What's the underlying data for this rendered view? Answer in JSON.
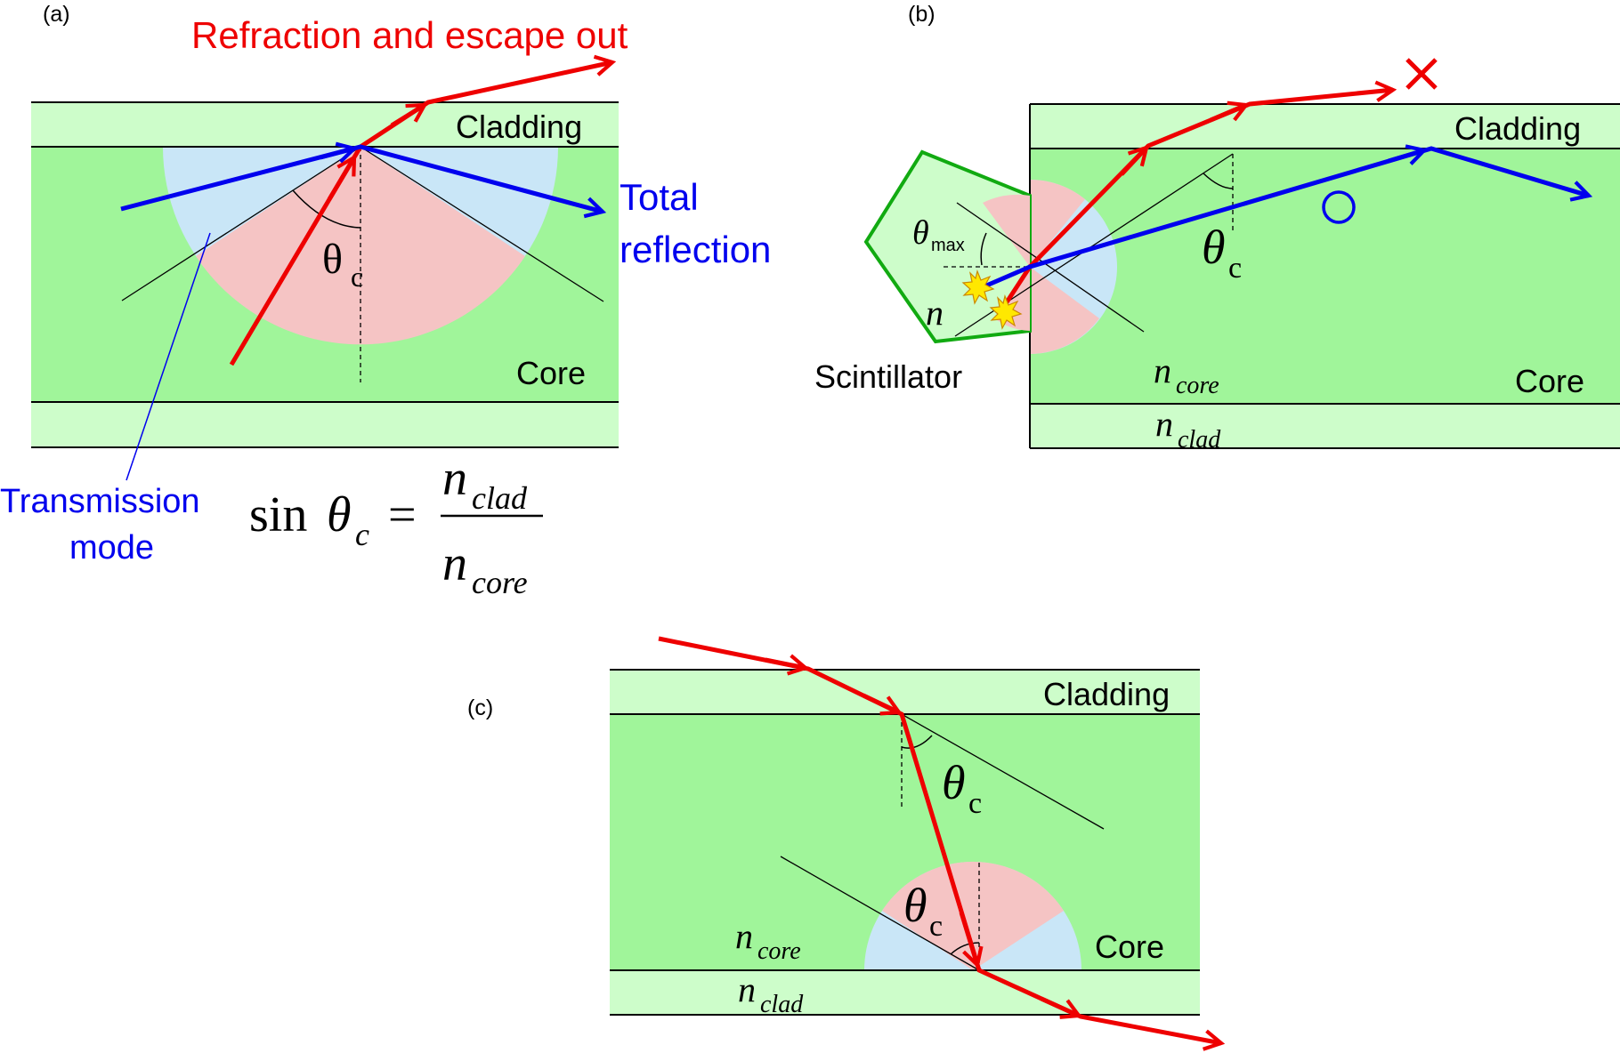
{
  "colors": {
    "core": "#a0f59a",
    "cladding": "#cdfdca",
    "refraction_arrow": "#ee0000",
    "reflection_arrow": "#0000ee",
    "refraction_sector": "#f5c4c4",
    "transmission_sector": "#c9e6f7",
    "scintillator_outline": "#11aa11",
    "outline": "#000000"
  },
  "panel_a": {
    "panel_label": "(a)",
    "refraction_label": "Refraction and escape out",
    "cladding_label": "Cladding",
    "core_label": "Core",
    "total_reflection_line1": "Total",
    "total_reflection_line2": "reflection",
    "angle_symbol": "θ",
    "angle_subscript": "c",
    "transmission_line1": "Transmission",
    "transmission_line2": "mode",
    "formula": {
      "lhs_sin": "sin",
      "lhs_theta": "θ",
      "lhs_sub": "c",
      "equals": "=",
      "num_n": "n",
      "num_sub": "clad",
      "den_n": "n",
      "den_sub": "core"
    }
  },
  "panel_b": {
    "panel_label": "(b)",
    "cladding_label": "Cladding",
    "core_label": "Core",
    "scintillator_label": "Scintillator",
    "theta_max_symbol": "θ",
    "theta_max_sub": "max",
    "n_label": "n",
    "angle_symbol": "θ",
    "angle_subscript": "c",
    "n_core": "n",
    "n_core_sub": "core",
    "n_clad": "n",
    "n_clad_sub": "clad",
    "fail_mark": "×",
    "ok_mark": "○"
  },
  "panel_c": {
    "panel_label": "(c)",
    "cladding_label": "Cladding",
    "core_label": "Core",
    "angle_symbol": "θ",
    "angle_subscript": "c",
    "angle2_symbol": "θ",
    "angle2_subscript": "c",
    "n_core": "n",
    "n_core_sub": "core",
    "n_clad": "n",
    "n_clad_sub": "clad"
  }
}
